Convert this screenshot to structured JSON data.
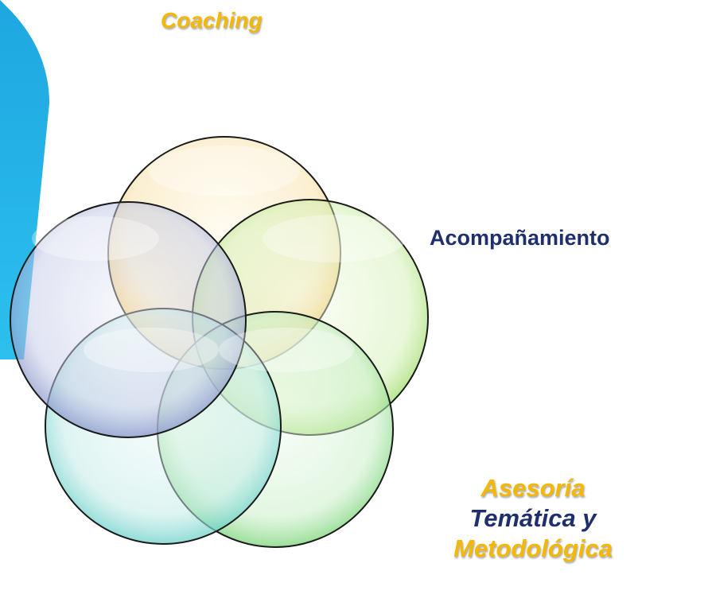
{
  "labels": {
    "top": "Coaching",
    "right": "Acompañamiento",
    "bottom_line1": "Asesoría",
    "bottom_line2": "Temática y",
    "bottom_line3": "Metodológica"
  },
  "colors": {
    "accent_yellow": "#f5b800",
    "navy": "#1f2f6e",
    "cyan_panel": "#22b0e6",
    "circle_yellow": "#f3c45a",
    "circle_green": "#8fd65a",
    "circle_blue": "#8b97c8",
    "circle_teal": "#7fd6d0",
    "circle_green2": "#78d57a",
    "outline": "#1a1a1a"
  },
  "circles": [
    {
      "name": "circle-yellow",
      "color": "#f3c45a"
    },
    {
      "name": "circle-green",
      "color": "#8fd65a"
    },
    {
      "name": "circle-blue",
      "color": "#8b97c8"
    },
    {
      "name": "circle-teal",
      "color": "#7fd6d0"
    },
    {
      "name": "circle-green2",
      "color": "#78d57a"
    }
  ]
}
